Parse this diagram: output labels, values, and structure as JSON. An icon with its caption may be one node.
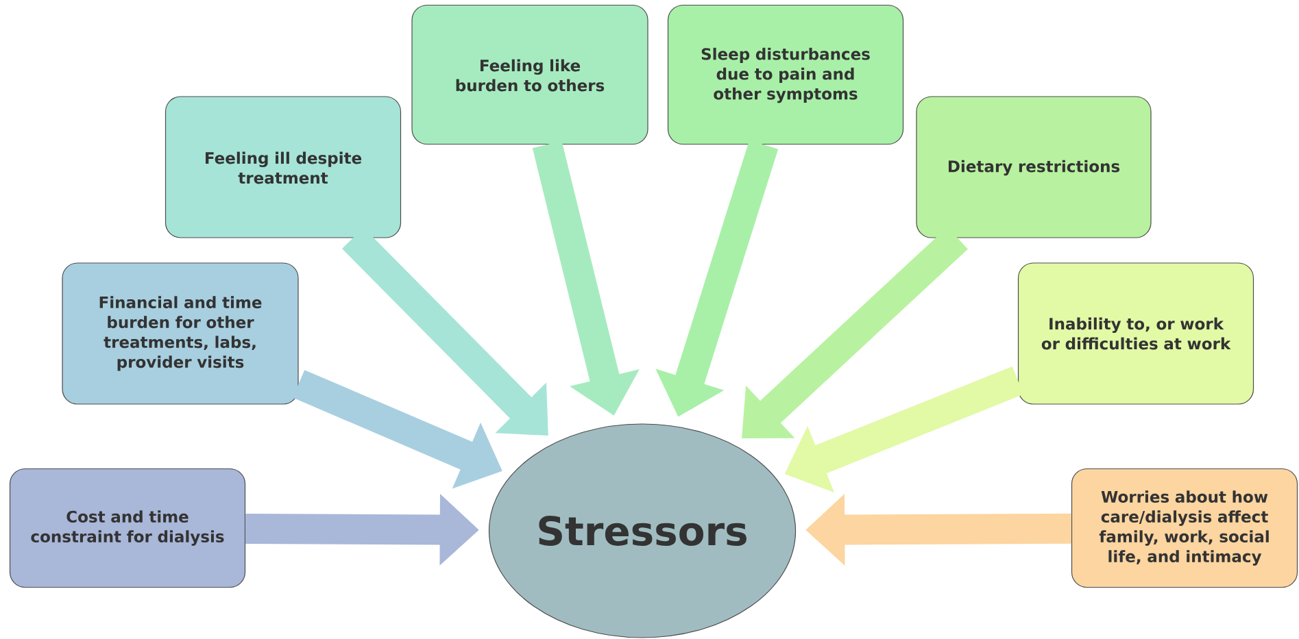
{
  "diagram": {
    "nodes": [
      {
        "text": [
          "Stressors"
        ]
      },
      {
        "text": [
          "Cost and time constraint for dialysis"
        ]
      },
      {
        "text": [
          "Financial and time burden for other treatments, labs, provider visits"
        ]
      },
      {
        "text": [
          "Feeling ill despite treatment"
        ]
      },
      {
        "text": [
          "Feeling like burden to others"
        ]
      },
      {
        "text": [
          "Sleep disturbances due to pain and other symptoms"
        ]
      },
      {
        "text": [
          "Dietary restrictions"
        ]
      },
      {
        "text": [
          "Inability to, or  work or difficulties at work"
        ]
      },
      {
        "text": [
          "Worries about how care/dialysis affect family, work, social life, and intimacy"
        ]
      }
    ],
    "edges": [
      {
        "from": 1,
        "to": 0,
        "arrow": "to",
        "color": "#a9b7d9"
      },
      {
        "from": 2,
        "to": 0,
        "arrow": "to",
        "color": "#a8cfe0"
      },
      {
        "from": 3,
        "to": 0,
        "arrow": "to",
        "color": "#a6e4d8"
      },
      {
        "from": 4,
        "to": 0,
        "arrow": "to",
        "color": "#a6ebbf"
      },
      {
        "from": 5,
        "to": 0,
        "arrow": "to",
        "color": "#a8f0a8"
      },
      {
        "from": 6,
        "to": 0,
        "arrow": "to",
        "color": "#b8f2a0"
      },
      {
        "from": 7,
        "to": 0,
        "arrow": "to",
        "color": "#e2f9a6"
      },
      {
        "from": 8,
        "to": 0,
        "arrow": "to",
        "color": "#fcd5a0"
      }
    ]
  }
}
